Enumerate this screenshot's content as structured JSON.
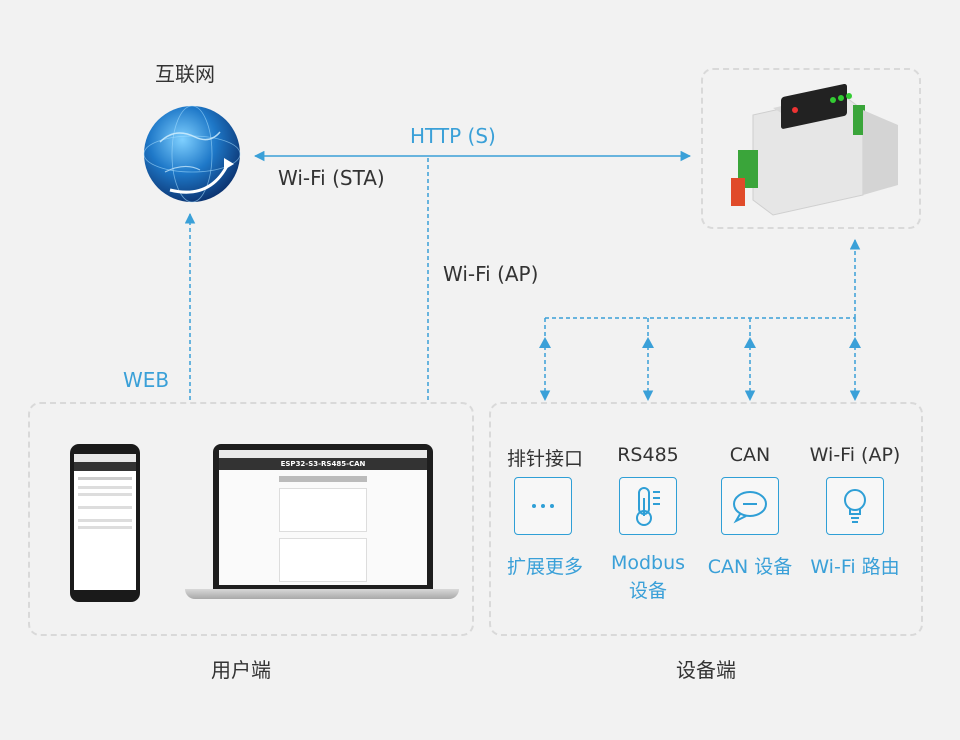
{
  "internet": {
    "label": "互联网"
  },
  "links": {
    "http": "HTTP (S)",
    "wifi_sta": "Wi-Fi (STA)",
    "wifi_ap": "Wi-Fi (AP)",
    "web": "WEB"
  },
  "user_side": {
    "label": "用户端",
    "laptop_screen_title": "ESP32-S3-RS485-CAN"
  },
  "device_side": {
    "label": "设备端",
    "items": [
      {
        "title": "排针接口",
        "icon": "ellipsis-icon",
        "caption": "扩展更多"
      },
      {
        "title": "RS485",
        "icon": "thermometer-icon",
        "caption_line1": "Modbus",
        "caption_line2": "设备"
      },
      {
        "title": "CAN",
        "icon": "chat-bubble-icon",
        "caption": "CAN 设备"
      },
      {
        "title": "Wi-Fi (AP)",
        "icon": "lightbulb-icon",
        "caption": "Wi-Fi 路由"
      }
    ]
  },
  "colors": {
    "accent": "#3aa0d8",
    "dash_border": "#d9d9d9",
    "background": "#f2f2f2"
  }
}
